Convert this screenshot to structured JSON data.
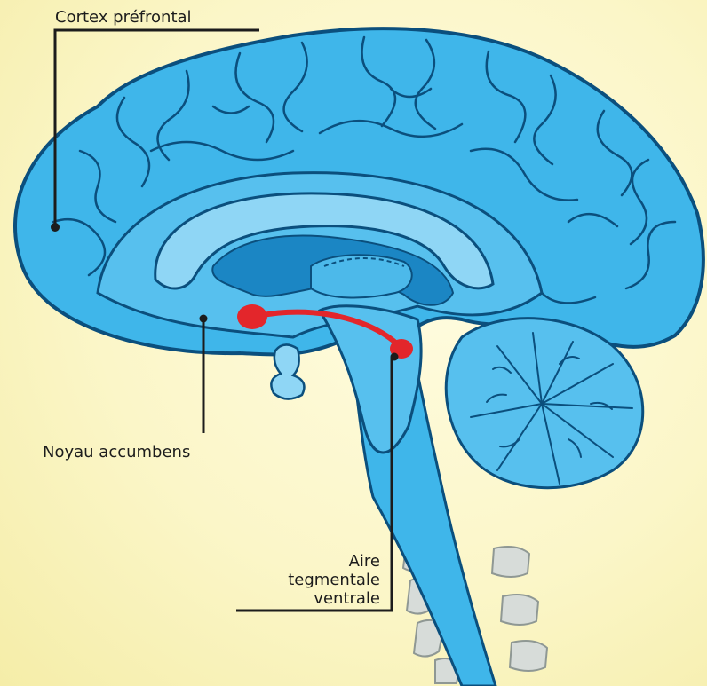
{
  "labels": {
    "prefrontal_cortex": "Cortex préfrontal",
    "nucleus_accumbens": "Noyau accumbens",
    "vta_line1": "Aire",
    "vta_line2": "tegmentale",
    "vta_line3": "ventrale"
  },
  "colors": {
    "background": "#fbf6c8",
    "brain_fill": "#3fb6ea",
    "brain_light": "#8fd6f5",
    "brain_dark": "#1b86c4",
    "outline": "#0b4f7d",
    "pathway": "#e3262b",
    "vertebra": "#d7dcd9",
    "pointer": "#1c1c1c"
  }
}
